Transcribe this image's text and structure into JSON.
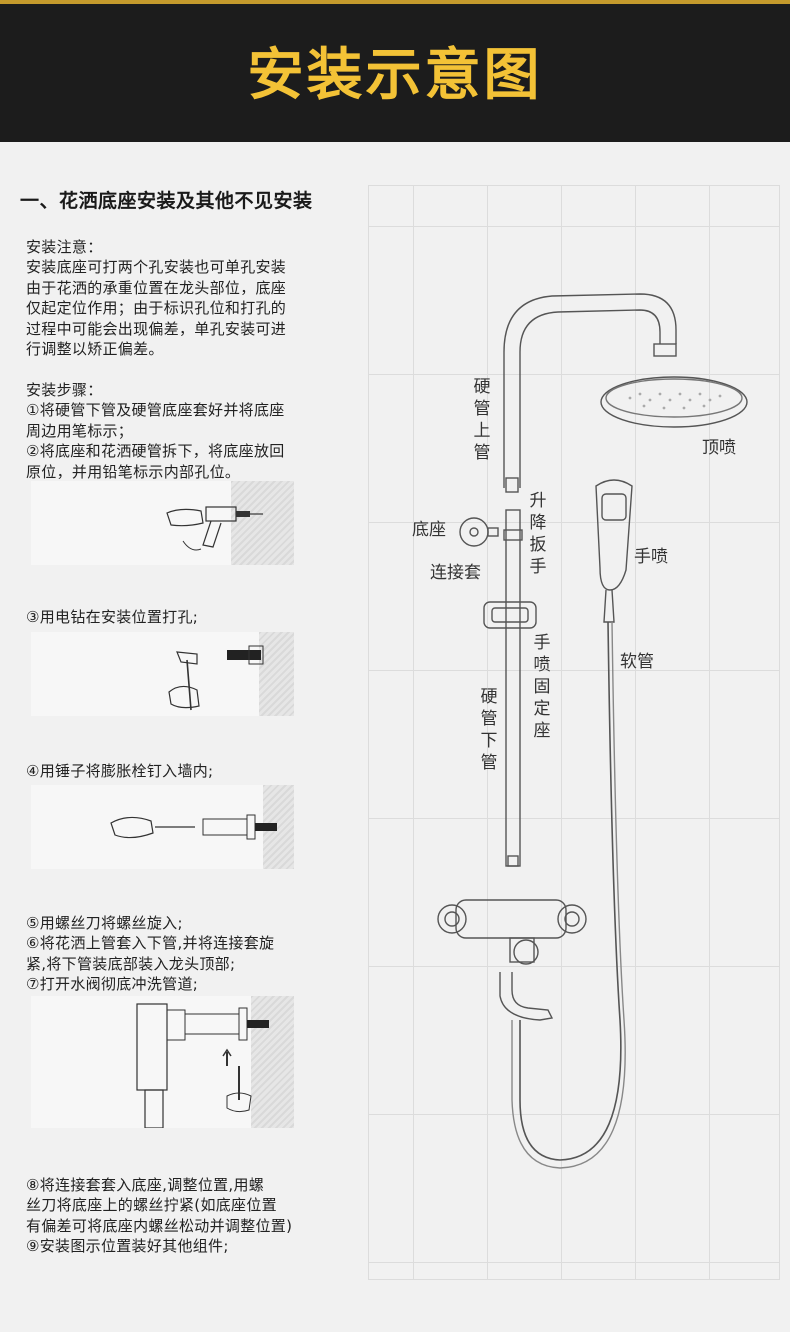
{
  "header": {
    "title": "安装示意图"
  },
  "section": {
    "title": "一、花洒底座安装及其他不见安装"
  },
  "notes": {
    "lines": [
      "安装注意：",
      "安装底座可打两个孔安装也可单孔安装",
      "由于花洒的承重位置在龙头部位，底座",
      "仅起定位作用；由于标识孔位和打孔的",
      "过程中可能会出现偏差，单孔安装可进",
      "行调整以矫正偏差。"
    ]
  },
  "steps_a": {
    "lines": [
      "安装步骤：",
      "①将硬管下管及硬管底座套好并将底座",
      "周边用笔标示；",
      "②将底座和花洒硬管拆下，将底座放回",
      "原位，并用铅笔标示内部孔位。"
    ]
  },
  "step3": {
    "text": "③用电钻在安装位置打孔;"
  },
  "step4": {
    "text": "④用锤子将膨胀栓钉入墙内;"
  },
  "steps_b": {
    "lines": [
      "⑤用螺丝刀将螺丝旋入;",
      "⑥将花洒上管套入下管,并将连接套旋",
      "紧,将下管装底部装入龙头顶部;",
      "⑦打开水阀彻底冲洗管道;"
    ]
  },
  "steps_c": {
    "lines": [
      "⑧将连接套套入底座,调整位置,用螺",
      "丝刀将底座上的螺丝拧紧(如底座位置",
      "有偏差可将底座内螺丝松动并调整位置)",
      "⑨安装图示位置装好其他组件;"
    ]
  },
  "diagram": {
    "labels": {
      "upper_pipe": "硬管上管",
      "top_spray": "顶喷",
      "lift_wrench": "升降扳手",
      "base": "底座",
      "hand_spray": "手喷",
      "connector": "连接套",
      "hand_holder": "手喷固定座",
      "hose": "软管",
      "lower_pipe": "硬管下管"
    }
  },
  "colors": {
    "header_bg": "#1c1c1c",
    "title_gold": "#f3c236",
    "accent_line": "#c49a2c",
    "page_bg": "#f1f1f1"
  }
}
